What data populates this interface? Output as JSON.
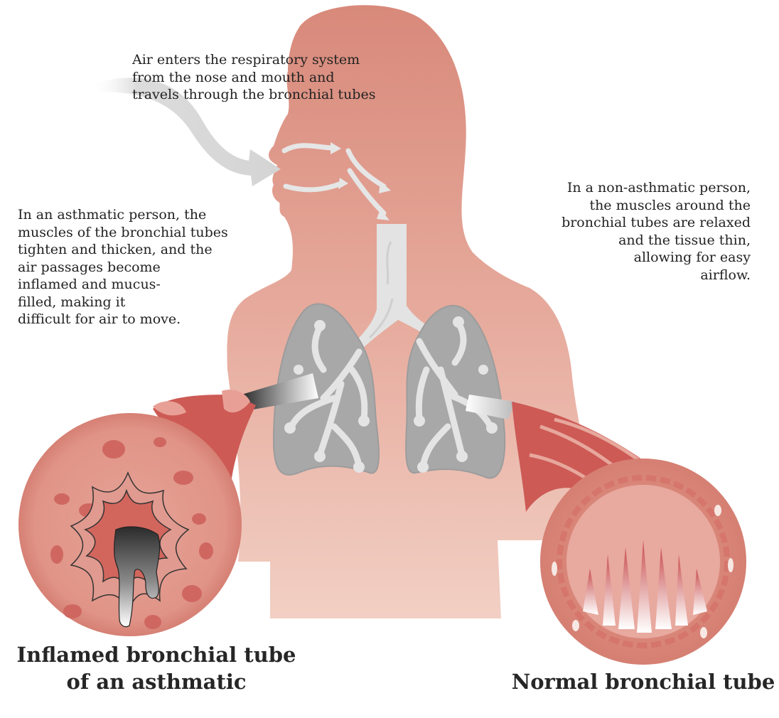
{
  "captions": {
    "air_entry": "Air enters the respiratory system\nfrom the nose and mouth and\ntravels through the bronchial tubes",
    "asthmatic": "In an asthmatic person, the\nmuscles of the bronchial tubes\ntighten and thicken, and the\nair passages become\ninflamed and mucus-\nfilled, making it\ndifficult for air to move.",
    "non_asthmatic": "In a non-asthmatic person,\nthe muscles around the\nbronchial tubes are relaxed\nand the tissue thin,\nallowing for easy\nairflow."
  },
  "headings": {
    "inflamed": "Inflamed bronchial tube\nof an asthmatic",
    "normal": "Normal bronchial tube"
  },
  "colors": {
    "body_top": "#d8897a",
    "body_bottom": "#f2cfc4",
    "lung": "#a8a8a8",
    "airflow": "#e0e0e0",
    "muscle": "#cd5a55",
    "tissue": "#e4968a"
  }
}
